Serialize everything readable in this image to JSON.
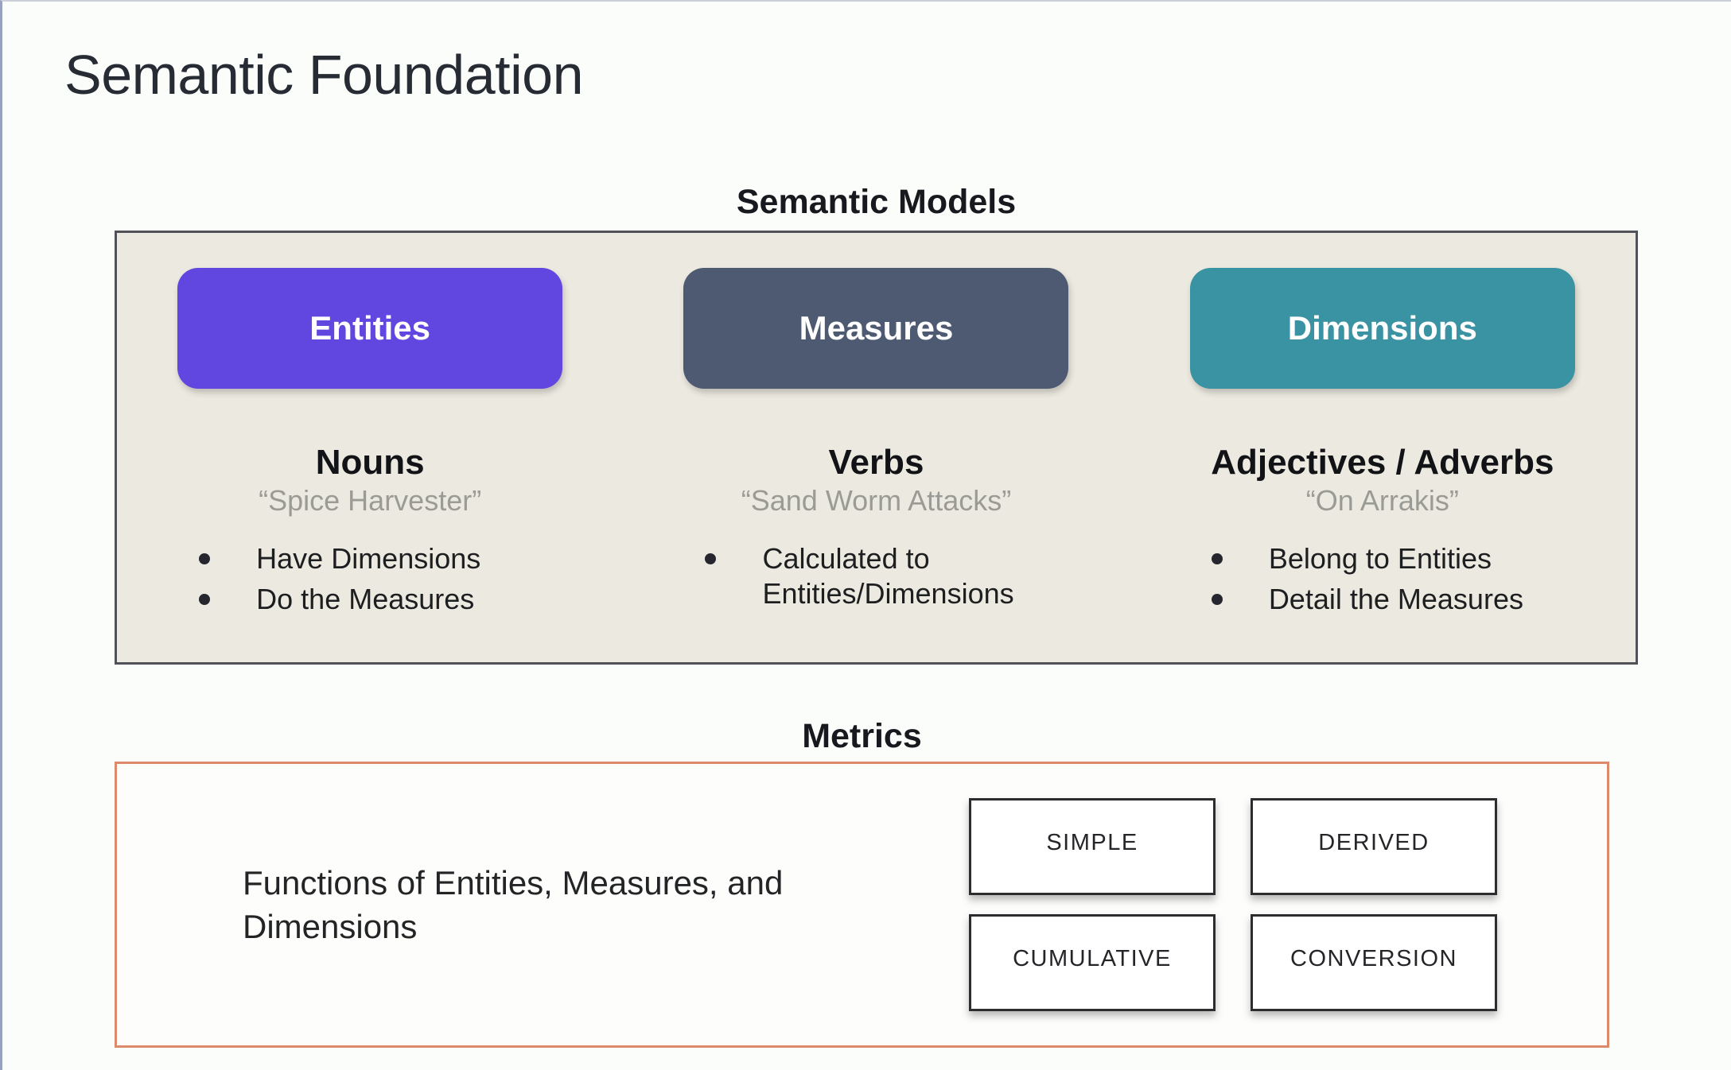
{
  "page": {
    "title": "Semantic Foundation"
  },
  "semantic_models": {
    "heading": "Semantic Models",
    "panel_bg": "#eceae0",
    "columns": [
      {
        "pill_label": "Entities",
        "pill_color": "#6146e0",
        "part_of_speech": "Nouns",
        "example": "“Spice Harvester”",
        "bullets": [
          "Have Dimensions",
          "Do the Measures"
        ]
      },
      {
        "pill_label": "Measures",
        "pill_color": "#4d5a72",
        "part_of_speech": "Verbs",
        "example": "“Sand Worm Attacks”",
        "bullets": [
          "Calculated to Entities/Dimensions"
        ]
      },
      {
        "pill_label": "Dimensions",
        "pill_color": "#3a93a2",
        "part_of_speech": "Adjectives / Adverbs",
        "example": "“On Arrakis”",
        "bullets": [
          "Belong to Entities",
          "Detail the Measures"
        ]
      }
    ]
  },
  "metrics": {
    "heading": "Metrics",
    "border_color": "#dd8a6b",
    "description": "Functions of Entities, Measures, and Dimensions",
    "types": [
      "SIMPLE",
      "DERIVED",
      "CUMULATIVE",
      "CONVERSION"
    ]
  }
}
